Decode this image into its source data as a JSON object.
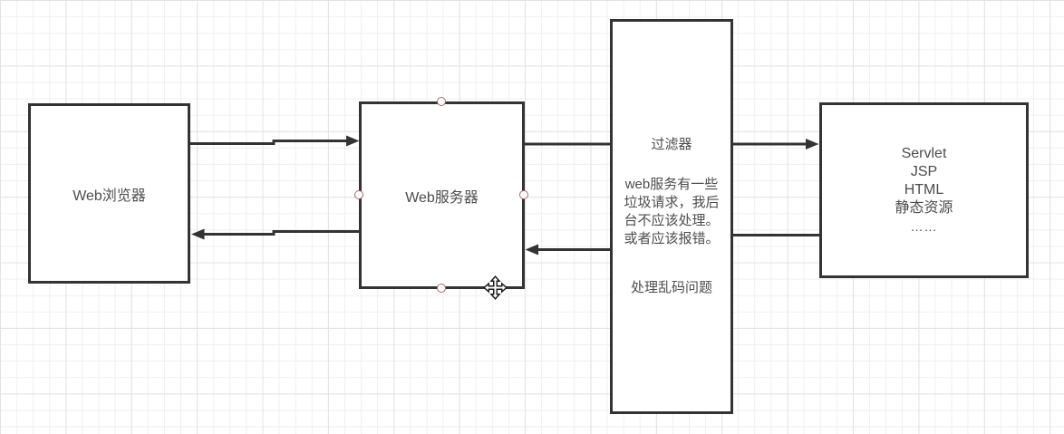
{
  "diagram": {
    "nodes": {
      "browser": {
        "label": "Web浏览器"
      },
      "server": {
        "label": "Web服务器"
      },
      "filter": {
        "title": "过滤器",
        "body_lines": [
          "web服务有一些",
          "垃圾请求，我后",
          "台不应该处理。",
          "或者应该报错。"
        ],
        "footer": "处理乱码问题"
      },
      "resources": {
        "lines": [
          "Servlet",
          "JSP",
          "HTML",
          "静态资源",
          "……"
        ]
      }
    },
    "colors": {
      "node_border": "#333333",
      "node_fill": "#ffffff",
      "node_text": "#4d4d4d",
      "connector": "#333333",
      "selection_handle_stroke": "#b0645f",
      "grid_minor": "#f0f0f2",
      "grid_major": "#e3e3e7",
      "canvas_background": "#ffffff"
    }
  }
}
